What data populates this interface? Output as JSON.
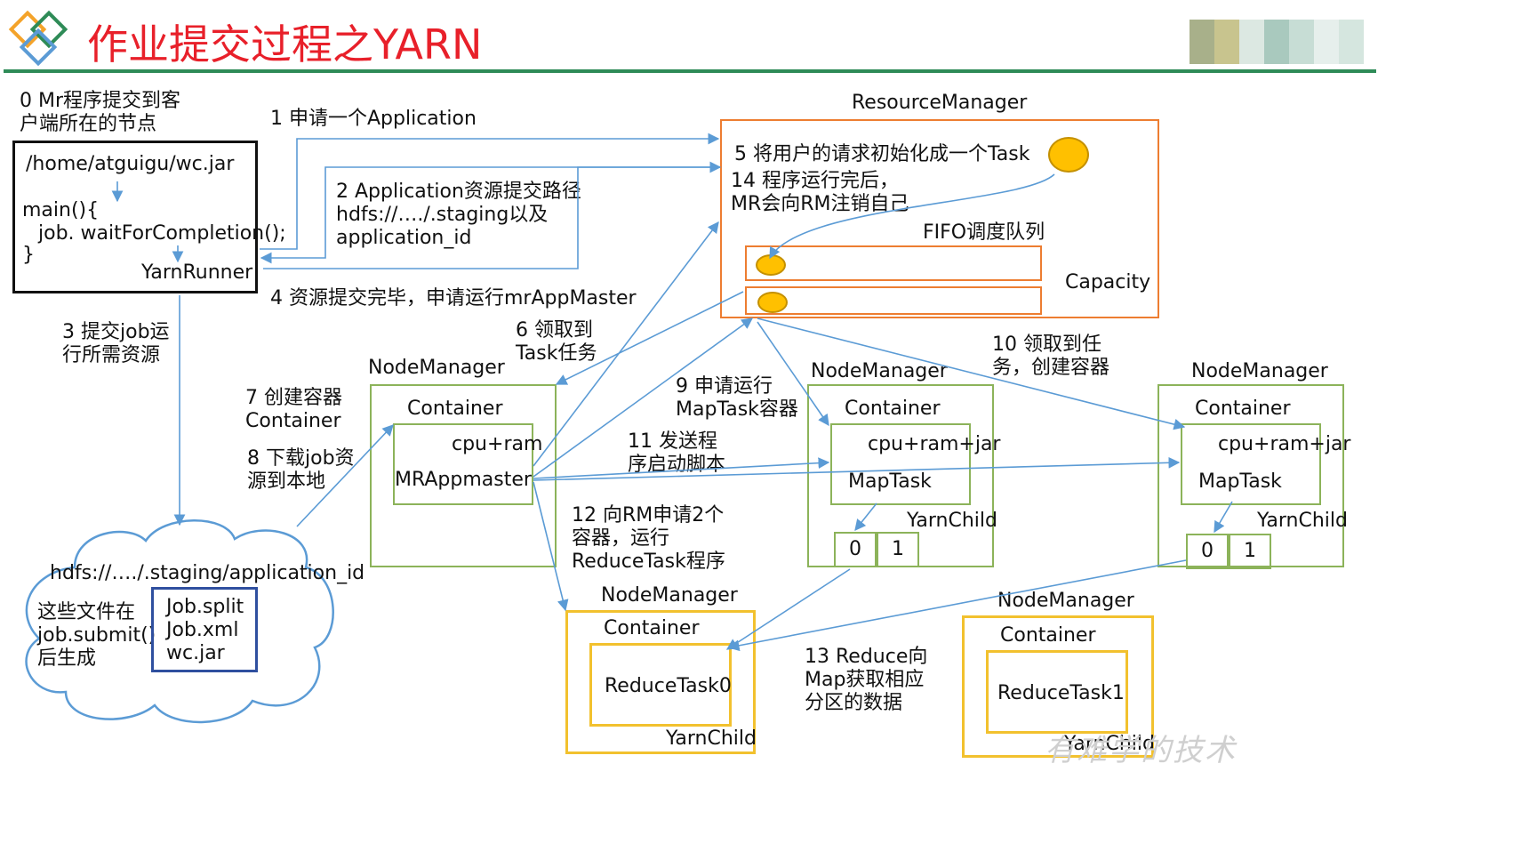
{
  "title": "作业提交过程之YARN",
  "header_logo": "diamond-logo",
  "watermark": "有难学的技术",
  "colors": {
    "title_red": "#e8202a",
    "rule_green": "#2e8b57",
    "resourcemanager_orange": "#ed7d31",
    "nodemanager_green": "#8cb35a",
    "reduce_yellow": "#f2c12e",
    "arrow_blue": "#5b9bd5",
    "task_dot": "#ffc000",
    "hdfs_box_blue": "#2f4f9f"
  },
  "client": {
    "caption": [
      "0 Mr程序提交到客",
      "户端所在的节点"
    ],
    "jar_path": "/home/atguigu/wc.jar",
    "code_line1": "main(){",
    "code_line2": "job. waitForCompletion();",
    "code_line3": "}",
    "runner": "YarnRunner"
  },
  "steps": {
    "s1": "1 申请一个Application",
    "s2": [
      "2 Application资源提交路径",
      "hdfs://…./.staging以及",
      "application_id"
    ],
    "s3": [
      "3 提交job运",
      "行所需资源"
    ],
    "s4": "4 资源提交完毕，申请运行mrAppMaster",
    "s6": [
      "6 领取到",
      "Task任务"
    ],
    "s7": [
      "7 创建容器",
      "Container"
    ],
    "s8": [
      "8 下载job资",
      "源到本地"
    ],
    "s9": [
      "9 申请运行",
      "MapTask容器"
    ],
    "s10": [
      "10 领取到任",
      "务，创建容器"
    ],
    "s11": [
      "11 发送程",
      "序启动脚本"
    ],
    "s12": [
      "12 向RM申请2个",
      "容器，运行",
      "ReduceTask程序"
    ],
    "s13": [
      "13 Reduce向",
      "Map获取相应",
      "分区的数据"
    ]
  },
  "resource_manager": {
    "label": "ResourceManager",
    "s5": "5 将用户的请求初始化成一个Task",
    "s14": [
      "14 程序运行完后，",
      "MR会向RM注销自己"
    ],
    "fifo": "FIFO调度队列",
    "capacity": "Capacity"
  },
  "hdfs_cloud": {
    "path": "hdfs://…./.staging/application_id",
    "note": [
      "这些文件在",
      "job.submit()",
      "后生成"
    ],
    "files": [
      "Job.split",
      "Job.xml",
      "wc.jar"
    ]
  },
  "nodes": {
    "am": {
      "label": "NodeManager",
      "container": "Container",
      "resource": "cpu+ram",
      "task": "MRAppmaster"
    },
    "map1": {
      "label": "NodeManager",
      "container": "Container",
      "resource": "cpu+ram+jar",
      "task": "MapTask",
      "child": "YarnChild",
      "partitions": [
        "0",
        "1"
      ]
    },
    "map2": {
      "label": "NodeManager",
      "container": "Container",
      "resource": "cpu+ram+jar",
      "task": "MapTask",
      "child": "YarnChild",
      "partitions": [
        "0",
        "1"
      ]
    },
    "reduce0": {
      "label": "NodeManager",
      "container": "Container",
      "task": "ReduceTask0",
      "child": "YarnChild"
    },
    "reduce1": {
      "label": "NodeManager",
      "container": "Container",
      "task": "ReduceTask1",
      "child": "YarnChild"
    }
  }
}
